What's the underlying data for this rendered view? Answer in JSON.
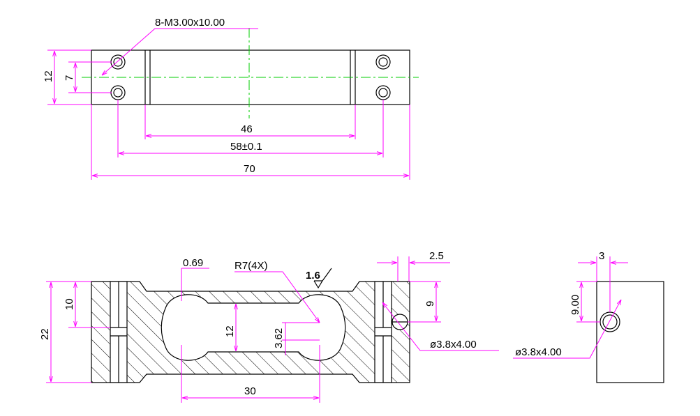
{
  "top_view": {
    "thread_callout": "8-M3.00x10.00",
    "dim_height_total": "12",
    "dim_hole_spacing": "7",
    "dim_inner": "46",
    "dim_holes": "58±0.1",
    "dim_length": "70"
  },
  "front_view": {
    "dim_web": "0.69",
    "dim_radius": "R7(4X)",
    "dim_surface_finish": "1.6",
    "dim_height": "22",
    "dim_upper": "10",
    "dim_center_gap": "12",
    "dim_offset": "3.62",
    "dim_span": "30",
    "dim_slot": "2.5",
    "dim_hole_height": "9",
    "dim_hole_callout": "ø3.8x4.00"
  },
  "side_view": {
    "dim_width": "3",
    "dim_height": "9.00",
    "dim_hole_callout": "ø3.8x4.00"
  },
  "colors": {
    "dimension": "#ff00ff",
    "centerline": "#00cc00",
    "object": "#000000"
  }
}
